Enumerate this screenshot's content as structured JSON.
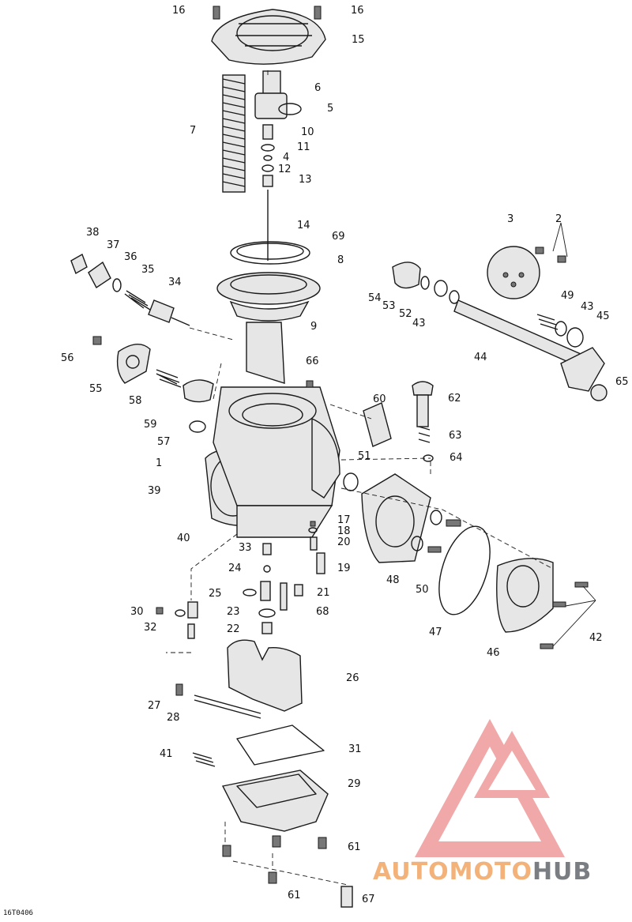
{
  "diagram": {
    "callouts": [
      "16",
      "16",
      "15",
      "6",
      "5",
      "7",
      "10",
      "11",
      "4",
      "12",
      "13",
      "14",
      "69",
      "8",
      "9",
      "38",
      "37",
      "36",
      "35",
      "34",
      "3",
      "2",
      "54",
      "53",
      "52",
      "43",
      "49",
      "43",
      "45",
      "44",
      "65",
      "56",
      "55",
      "66",
      "58",
      "62",
      "59",
      "60",
      "57",
      "63",
      "1",
      "51",
      "64",
      "39",
      "17",
      "18",
      "20",
      "40",
      "33",
      "19",
      "24",
      "48",
      "25",
      "21",
      "50",
      "30",
      "23",
      "68",
      "32",
      "22",
      "47",
      "42",
      "46",
      "26",
      "27",
      "28",
      "41",
      "31",
      "29",
      "61",
      "61",
      "67"
    ],
    "drawing_code": "16T0406"
  },
  "watermark": {
    "brand_left": "AUTOMOTO",
    "brand_right": "HUB",
    "logo_icon": "triangle-mountain-logo",
    "colors": {
      "logo": "#ef8f8f",
      "auto": "#f2b27a",
      "hub": "#7a7d82"
    }
  }
}
